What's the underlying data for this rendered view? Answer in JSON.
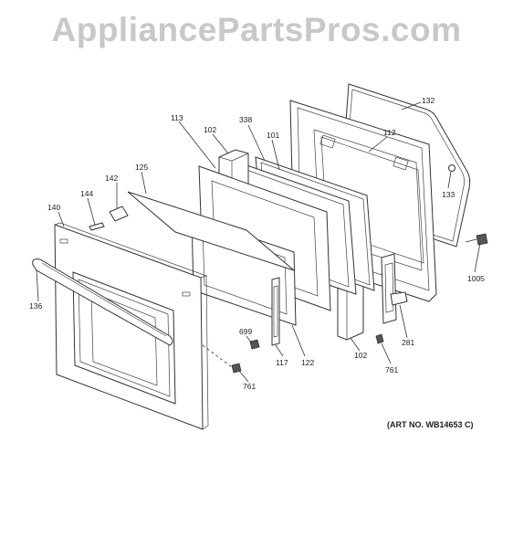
{
  "watermark": "AppliancePartsPros.com",
  "art_number": "(ART NO. WB14653 C)",
  "labels": {
    "p132": "132",
    "p113": "113",
    "p102a": "102",
    "p338": "338",
    "p101": "101",
    "p112": "112",
    "p142": "142",
    "p125": "125",
    "p144": "144",
    "p140": "140",
    "p133": "133",
    "p1005": "1005",
    "p136": "136",
    "p699": "699",
    "p117": "117",
    "p122": "122",
    "p102b": "102",
    "p281": "281",
    "p761a": "761",
    "p761b": "761"
  },
  "colors": {
    "line": "#333333",
    "watermark": "#c8c8c8",
    "background": "#ffffff"
  }
}
